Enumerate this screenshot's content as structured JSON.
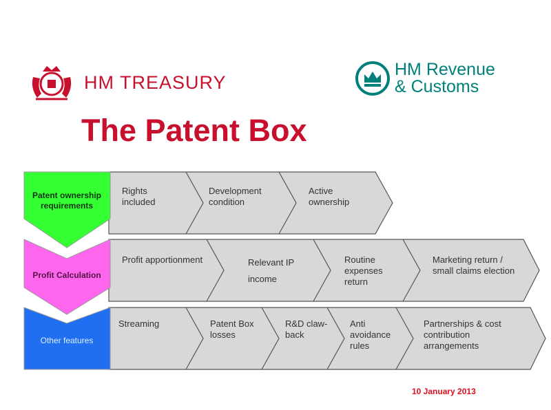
{
  "header": {
    "treasury": "HM TREASURY",
    "hmrc_line1": "HM Revenue",
    "hmrc_line2": "& Customs"
  },
  "title": "The Patent Box",
  "rows": [
    {
      "label": "Patent ownership requirements",
      "color": "#33ff33",
      "text_color": "#113311",
      "items": [
        "Rights included",
        "Development condition",
        "Active ownership"
      ]
    },
    {
      "label": "Profit Calculation",
      "color": "#ff66ee",
      "text_color": "#551144",
      "items": [
        "Profit apportionment",
        "Relevant IP income",
        "Routine expenses return",
        "Marketing return / small claims election"
      ]
    },
    {
      "label": "Other features",
      "color": "#1f6ff0",
      "text_color": "#ddeeff",
      "items": [
        "Streaming",
        "Patent Box losses",
        "R&D claw-back",
        "Anti avoidance rules",
        "Partnerships & cost contribution arrangements"
      ]
    }
  ],
  "date": "10 January 2013"
}
